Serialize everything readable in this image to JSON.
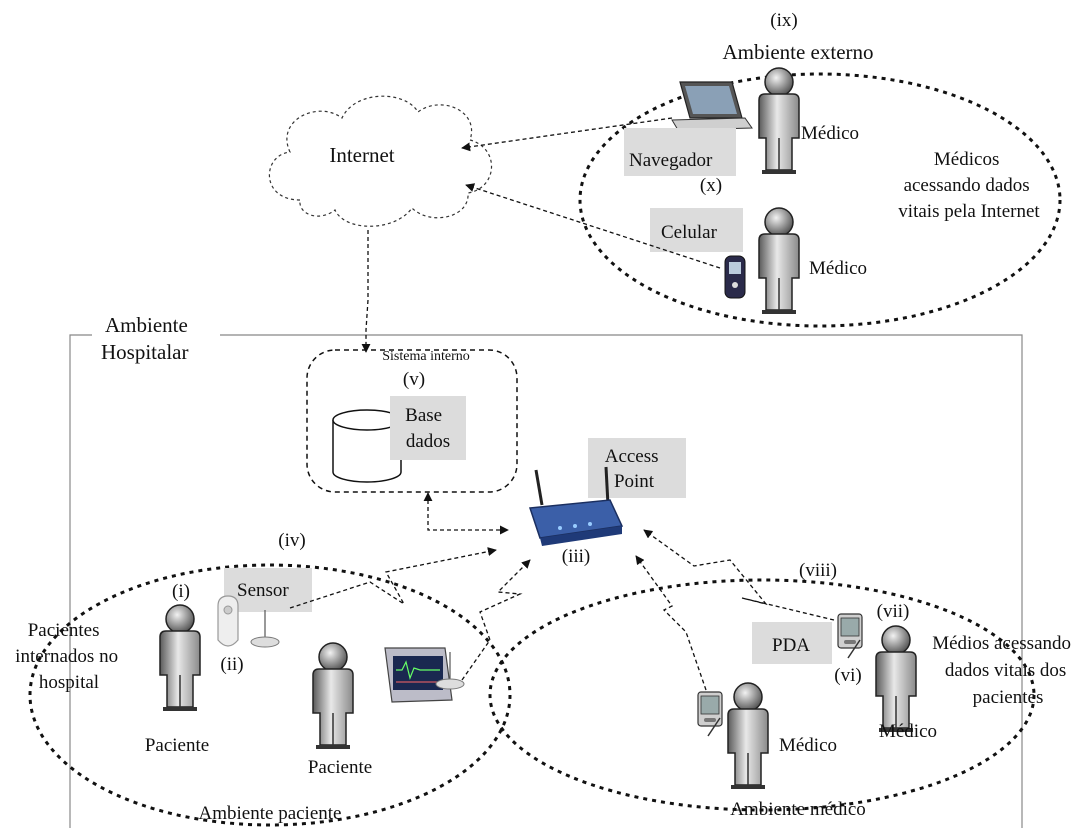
{
  "labels": {
    "ix": "(ix)",
    "ambiente_externo": "Ambiente externo",
    "internet": "Internet",
    "medico_laptop": "Médico",
    "navegador": "Navegador",
    "x": "(x)",
    "medicos_internet": [
      "Médicos",
      "acessando dados",
      "vitais pela Internet"
    ],
    "celular": "Celular",
    "medico_phone": "Médico",
    "ambiente_hospitalar": [
      "Ambiente",
      "Hospitalar"
    ],
    "sistema_interno": "Sistema interno",
    "v": "(v)",
    "base_dados": [
      "Base",
      "dados"
    ],
    "access_point": [
      "Access",
      "Point"
    ],
    "iii": "(iii)",
    "iv": "(iv)",
    "i": "(i)",
    "sensor": "Sensor",
    "ii": "(ii)",
    "pacientes_internados": [
      "Pacientes",
      "internados no",
      "hospital"
    ],
    "paciente_1": "Paciente",
    "paciente_2": "Paciente",
    "ambiente_paciente": "Ambiente paciente",
    "viii": "(viii)",
    "vii": "(vii)",
    "pda": "PDA",
    "vi": "(vi)",
    "medios_acessando": [
      "Médios acessando",
      "dados vitais dos",
      "pacientes"
    ],
    "medico_pda_1": "Médico",
    "medico_pda_2": "Médico",
    "ambiente_medico": "Ambiente médico"
  },
  "icons": [
    "cloud-icon",
    "laptop-icon",
    "mobile-phone-icon",
    "database-icon",
    "wireless-router-icon",
    "sensor-icon",
    "patient-monitor-icon",
    "pda-icon",
    "person-icon"
  ]
}
